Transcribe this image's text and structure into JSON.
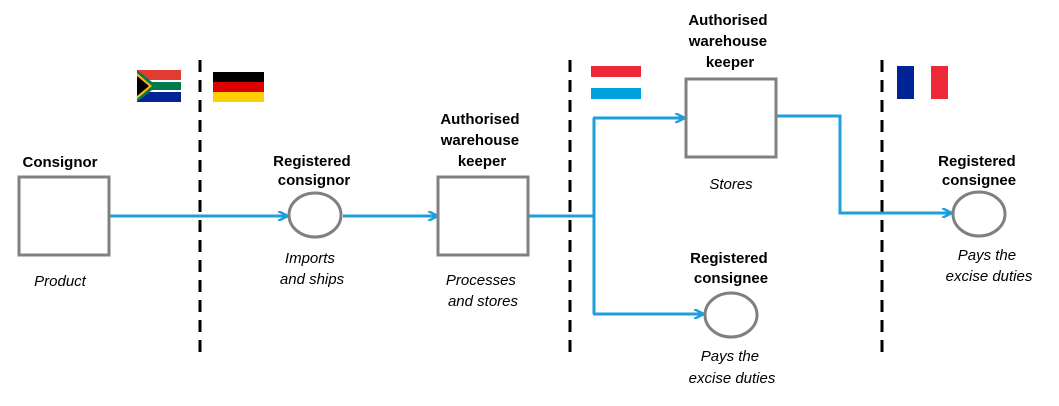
{
  "nodes": {
    "consignor": {
      "title": [
        "Consignor"
      ],
      "desc": [
        "Product"
      ]
    },
    "registered_consignor": {
      "title": [
        "Registered",
        "consignor"
      ],
      "desc": [
        "Imports",
        "and ships"
      ]
    },
    "warehouse_1": {
      "title": [
        "Authorised",
        "warehouse",
        "keeper"
      ],
      "desc": [
        "Processes",
        "and stores"
      ]
    },
    "warehouse_2": {
      "title": [
        "Authorised",
        "warehouse",
        "keeper"
      ],
      "desc": [
        "Stores"
      ]
    },
    "registered_consignee_1": {
      "title": [
        "Registered",
        "consignee"
      ],
      "desc": [
        "Pays the",
        "excise duties"
      ]
    },
    "registered_consignee_2": {
      "title": [
        "Registered",
        "consignee"
      ],
      "desc": [
        "Pays the",
        "excise duties"
      ]
    }
  },
  "flags": [
    "south-africa-flag",
    "germany-flag",
    "luxembourg-flag",
    "france-flag"
  ],
  "colors": {
    "arrow": "#1e9fdc",
    "shape_stroke": "#808080",
    "border_dash": "#000000"
  }
}
